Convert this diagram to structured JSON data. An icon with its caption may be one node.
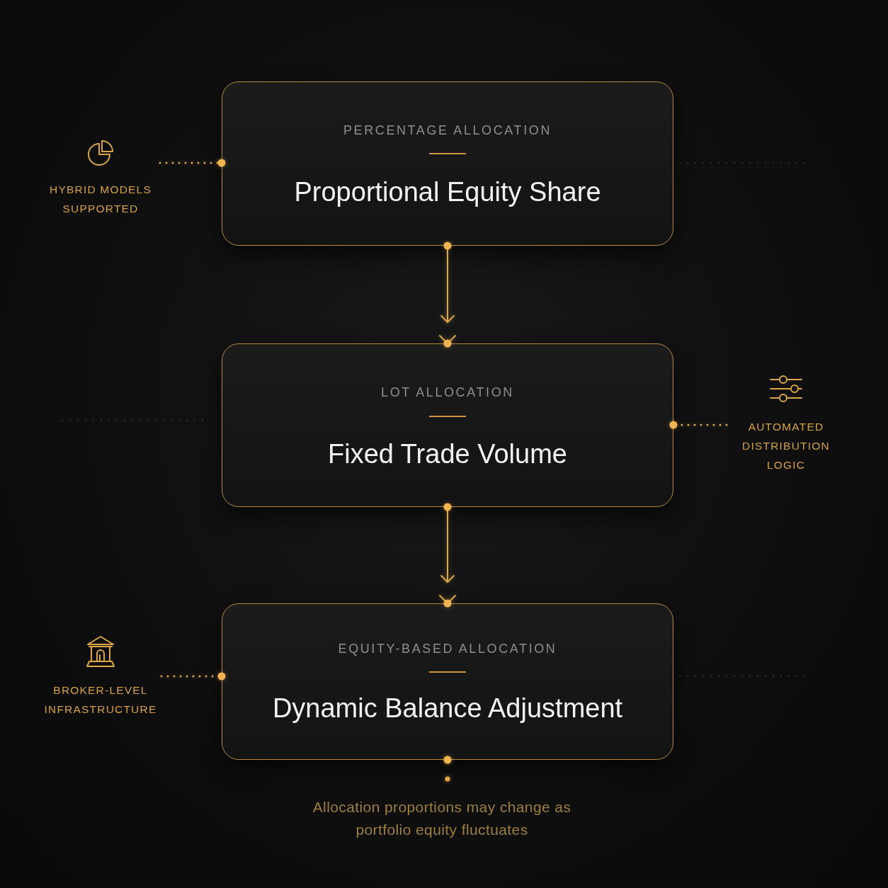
{
  "diagram": {
    "nodes": [
      {
        "text": [
          "PERCENTAGE ALLOCATION",
          "Proportional Equity Share"
        ]
      },
      {
        "text": [
          "HYBRID MODELS SUPPORTED"
        ]
      },
      {
        "text": [
          "LOT ALLOCATION",
          "Fixed Trade Volume"
        ]
      },
      {
        "text": [
          "AUTOMATED DISTRIBUTION LOGIC"
        ]
      },
      {
        "text": [
          "EQUITY-BASED ALLOCATION",
          "Dynamic Balance Adjustment"
        ]
      },
      {
        "text": [
          "BROKER-LEVEL INFRASTRUCTURE"
        ]
      }
    ],
    "edges": [
      {
        "from": 0,
        "to": 2,
        "arrow": "to"
      },
      {
        "from": 1,
        "to": 0,
        "arrow": "other",
        "style": "dashed"
      },
      {
        "from": 2,
        "to": 4,
        "arrow": "to"
      },
      {
        "from": 3,
        "to": 2,
        "arrow": "other",
        "style": "dashed"
      },
      {
        "from": 5,
        "to": 4,
        "arrow": "other",
        "style": "dashed"
      }
    ],
    "labels": [
      "Allocation proportions may change as portfolio equity fluctuates"
    ]
  }
}
